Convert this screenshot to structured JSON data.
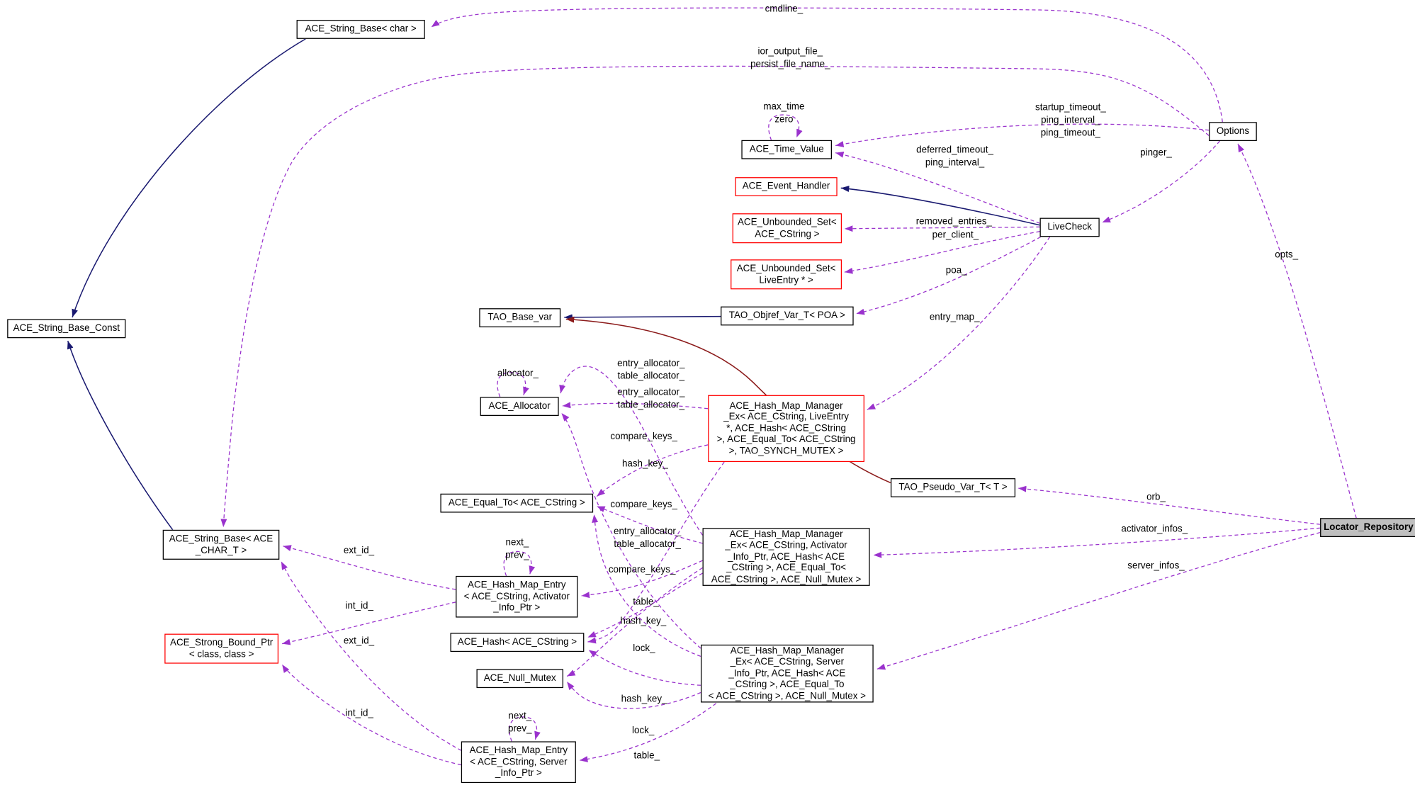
{
  "colors": {
    "usage_edge": "#9a32cd",
    "public_inheritance_edge": "#191970",
    "private_inheritance_edge": "#8b1a1a",
    "node_border": "#000000",
    "truncated_node_border": "#ff0000",
    "focus_node_background": "#bfbfbf",
    "node_background": "#ffffff"
  },
  "nodes": {
    "ace_string_base_char": {
      "label": "ACE_String_Base< char >"
    },
    "ace_string_base_const": {
      "label": "ACE_String_Base_Const"
    },
    "ace_time_value": {
      "label": "ACE_Time_Value"
    },
    "ace_event_handler": {
      "label": "ACE_Event_Handler"
    },
    "set_cstring": {
      "label": "ACE_Unbounded_Set<\nACE_CString >"
    },
    "set_liveentry": {
      "label": "ACE_Unbounded_Set<\nLiveEntry * >"
    },
    "livecheck": {
      "label": "LiveCheck"
    },
    "options": {
      "label": "Options"
    },
    "tao_base_var": {
      "label": "TAO_Base_var"
    },
    "tao_objref_var": {
      "label": "TAO_Objref_Var_T< POA >"
    },
    "ace_allocator": {
      "label": "ACE_Allocator"
    },
    "map_liveentry": {
      "label": "ACE_Hash_Map_Manager\n_Ex< ACE_CString, LiveEntry\n*, ACE_Hash< ACE_CString\n>, ACE_Equal_To< ACE_CString\n>, TAO_SYNCH_MUTEX >"
    },
    "ace_equal_to": {
      "label": "ACE_Equal_To< ACE_CString >"
    },
    "tao_pseudo_var": {
      "label": "TAO_Pseudo_Var_T< T >"
    },
    "ace_string_base_t": {
      "label": "ACE_String_Base< ACE\n_CHAR_T >"
    },
    "entry_activator": {
      "label": "ACE_Hash_Map_Entry\n< ACE_CString, Activator\n_Info_Ptr >"
    },
    "map_activator": {
      "label": "ACE_Hash_Map_Manager\n_Ex< ACE_CString, Activator\n_Info_Ptr, ACE_Hash< ACE\n_CString >, ACE_Equal_To<\nACE_CString >, ACE_Null_Mutex >"
    },
    "ace_hash": {
      "label": "ACE_Hash< ACE_CString >"
    },
    "strong_bound_ptr": {
      "label": "ACE_Strong_Bound_Ptr\n< class, class >"
    },
    "ace_null_mutex": {
      "label": "ACE_Null_Mutex"
    },
    "map_server": {
      "label": "ACE_Hash_Map_Manager\n_Ex< ACE_CString, Server\n_Info_Ptr, ACE_Hash< ACE\n_CString >, ACE_Equal_To\n< ACE_CString >, ACE_Null_Mutex >"
    },
    "entry_server": {
      "label": "ACE_Hash_Map_Entry\n< ACE_CString, Server\n_Info_Ptr >"
    },
    "locator_repository": {
      "label": "Locator_Repository"
    }
  },
  "edge_labels": {
    "cmdline": {
      "text": "cmdline_"
    },
    "ior_file": {
      "text": "ior_output_file_\npersist_file_name_"
    },
    "max_time": {
      "text": "max_time\nzero"
    },
    "startup": {
      "text": "startup_timeout_\nping_interval_\nping_timeout_"
    },
    "deferred": {
      "text": "deferred_timeout_\nping_interval_"
    },
    "pinger": {
      "text": "pinger_"
    },
    "removed_entries": {
      "text": "removed_entries_"
    },
    "per_client": {
      "text": "per_client_"
    },
    "poa": {
      "text": "poa_"
    },
    "entry_map": {
      "text": "entry_map_"
    },
    "opts": {
      "text": "opts_"
    },
    "orb": {
      "text": "orb_"
    },
    "activator_infos": {
      "text": "activator_infos_"
    },
    "server_infos": {
      "text": "server_infos_"
    },
    "allocator": {
      "text": "allocator_"
    },
    "ea_live": {
      "text": "entry_allocator_\ntable_allocator_"
    },
    "ea_act": {
      "text": "entry_allocator_\ntable_allocator_"
    },
    "ea_srv": {
      "text": "entry_allocator_\ntable_allocator_"
    },
    "ck_live": {
      "text": "compare_keys_"
    },
    "ck_act": {
      "text": "compare_keys_"
    },
    "ck_srv": {
      "text": "compare_keys_"
    },
    "hk_live": {
      "text": "hash_key_"
    },
    "hk_act": {
      "text": "hash_key_"
    },
    "hk_srv": {
      "text": "hash_key_"
    },
    "table_act": {
      "text": "table_"
    },
    "table_srv": {
      "text": "table_"
    },
    "lock_act": {
      "text": "lock_"
    },
    "lock_srv": {
      "text": "lock_"
    },
    "ext_id_act": {
      "text": "ext_id_"
    },
    "ext_id_srv": {
      "text": "ext_id_"
    },
    "int_id_act": {
      "text": "int_id_"
    },
    "int_id_srv": {
      "text": "int_id_"
    },
    "next_prev_act": {
      "text": "next_\nprev_"
    },
    "next_prev_srv": {
      "text": "next_\nprev_"
    }
  }
}
